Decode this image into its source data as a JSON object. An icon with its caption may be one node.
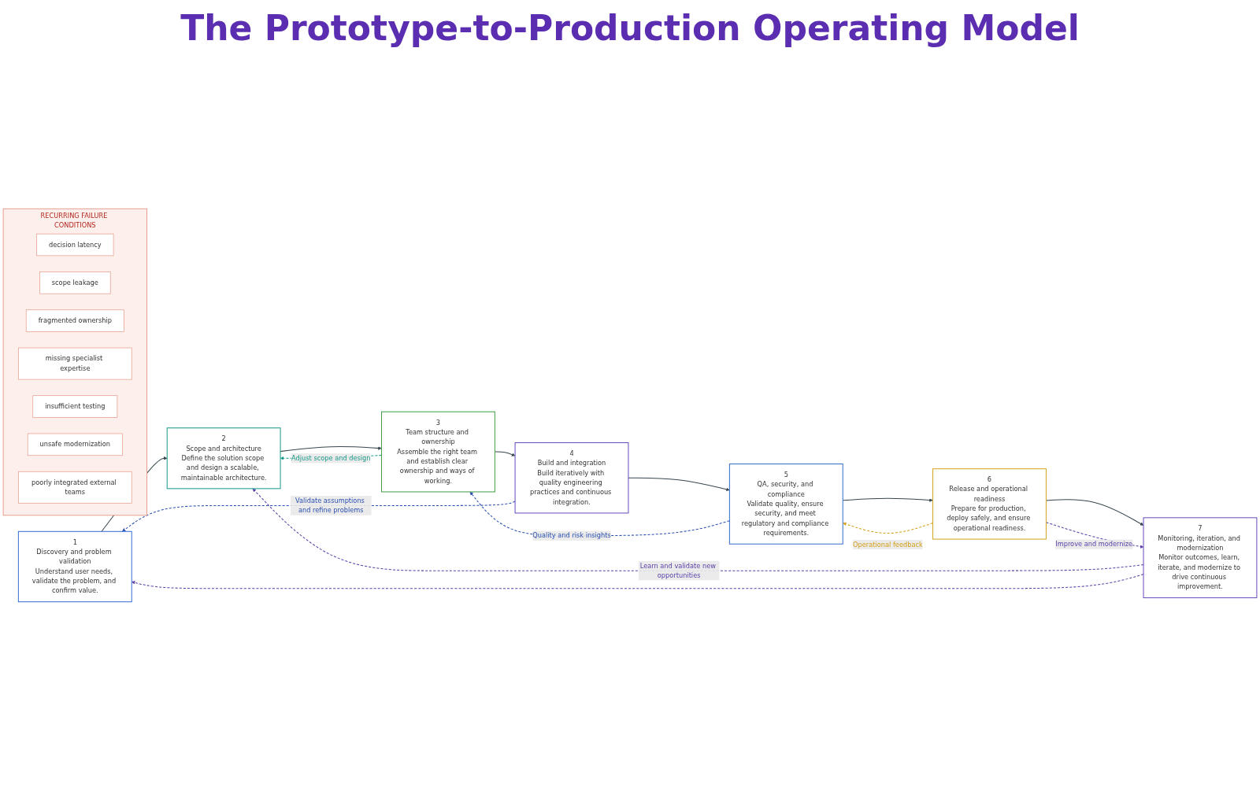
{
  "diagram": {
    "title": "The Prototype-to-Production Operating Model",
    "nodes": [
      {
        "text": [
          "1",
          "Discovery and problem validation",
          "Understand user needs, validate the problem, and confirm value."
        ]
      },
      {
        "text": [
          "2",
          "Scope and architecture",
          "Define the solution scope and design a scalable, maintainable architecture."
        ]
      },
      {
        "text": [
          "3",
          "Team structure and ownership",
          "Assemble the right team and establish clear ownership and ways of working."
        ]
      },
      {
        "text": [
          "4",
          "Build and integration",
          "Build iteratively with quality engineering practices and continuous integration."
        ]
      },
      {
        "text": [
          "5",
          "QA, security, and compliance",
          "Validate quality, ensure security, and meet regulatory and compliance requirements."
        ]
      },
      {
        "text": [
          "6",
          "Release and operational readiness",
          "Prepare for production, deploy safely, and ensure operational readiness."
        ]
      },
      {
        "text": [
          "7",
          "Monitoring, iteration, and modernization",
          "Monitor outcomes, learn, iterate, and modernize to drive continuous improvement."
        ]
      },
      {
        "text": [
          "RECURRING FAILURE CONDITIONS"
        ]
      },
      {
        "text": [
          "decision latency"
        ],
        "in": 7
      },
      {
        "text": [
          "scope leakage"
        ],
        "in": 7
      },
      {
        "text": [
          "fragmented ownership"
        ],
        "in": 7
      },
      {
        "text": [
          "missing specialist expertise"
        ],
        "in": 7
      },
      {
        "text": [
          "insufficient testing"
        ],
        "in": 7
      },
      {
        "text": [
          "unsafe modernization"
        ],
        "in": 7
      },
      {
        "text": [
          "poorly integrated external teams"
        ],
        "in": 7
      }
    ],
    "edges": [
      {
        "from": 0,
        "to": 1,
        "arrow": "to"
      },
      {
        "from": 1,
        "to": 2,
        "arrow": "to"
      },
      {
        "from": 2,
        "to": 3,
        "arrow": "to"
      },
      {
        "from": 3,
        "to": 4,
        "arrow": "to"
      },
      {
        "from": 4,
        "to": 5,
        "arrow": "to"
      },
      {
        "from": 5,
        "to": 6,
        "arrow": "to"
      },
      {
        "from": 6,
        "to": 1,
        "arrow": "to",
        "label": "Learn and validate new opportunities",
        "style": "dashed",
        "color": "#5b3fa8"
      },
      {
        "from": 6,
        "to": 0,
        "arrow": "to",
        "style": "dashed",
        "color": "#5b3fa8"
      },
      {
        "from": 2,
        "to": 1,
        "arrow": "to",
        "label": "Adjust scope and design",
        "style": "dashed",
        "color": "#1a9a8a"
      },
      {
        "from": 3,
        "to": 0,
        "arrow": "to",
        "label": "Validate assumptions and refine problems",
        "style": "dashed",
        "color": "#2b4fb0"
      },
      {
        "from": 4,
        "to": 2,
        "arrow": "to",
        "label": "Quality and risk insights",
        "style": "dashed",
        "color": "#2b4fb0"
      },
      {
        "from": 5,
        "to": 4,
        "arrow": "to",
        "label": "Operational feedback",
        "style": "dashed",
        "color": "#d4a017"
      },
      {
        "from": 5,
        "to": 6,
        "arrow": "to",
        "label": "Improve and modernize",
        "style": "dashed",
        "color": "#5b3fa8"
      }
    ]
  }
}
